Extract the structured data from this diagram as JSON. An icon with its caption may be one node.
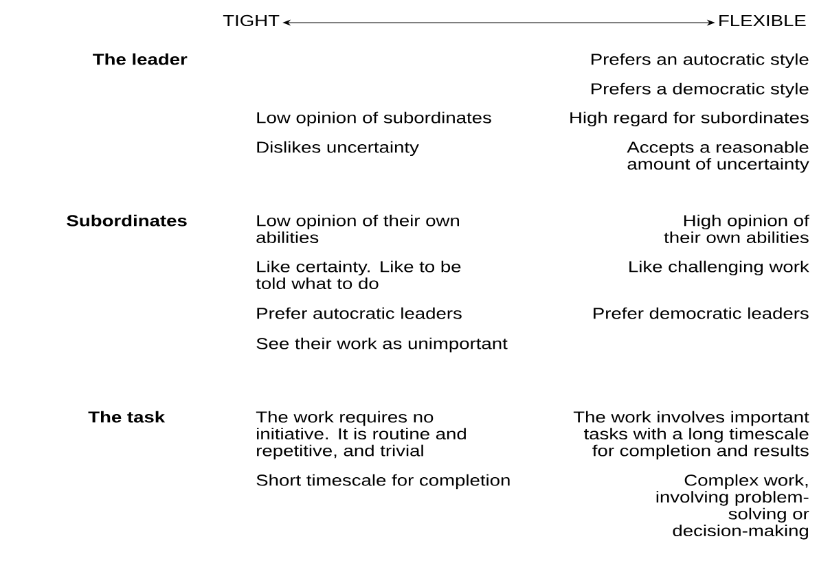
{
  "diagram": {
    "nodes": [
      {
        "text": [
          "TIGHT"
        ]
      },
      {
        "text": [
          "FLEXIBLE"
        ]
      }
    ],
    "edges": [
      {
        "from": 0,
        "to": 1,
        "arrow": "both"
      }
    ],
    "labels": [
      "The leader",
      "Prefers an autocratic style",
      "Prefers a democratic style",
      "Low opinion of subordinates",
      "High regard for subordinates",
      "Dislikes uncertainty",
      "Accepts a reasonable amount of uncertainty",
      "Subordinates",
      "Low opinion of their own abilities",
      "High opinion of their own abilities",
      "Like certainty. Like to be told what to do",
      "Like challenging work",
      "Prefer autocratic leaders",
      "Prefer democratic leaders",
      "See their work as unimportant",
      "The task",
      "The work requires no initiative. It is routine and repetitive, and trivial",
      "The work involves important tasks with a long timescale for completion and results",
      "Short timescale for completion",
      "Complex work, involving problem-solving or decision-making"
    ]
  }
}
